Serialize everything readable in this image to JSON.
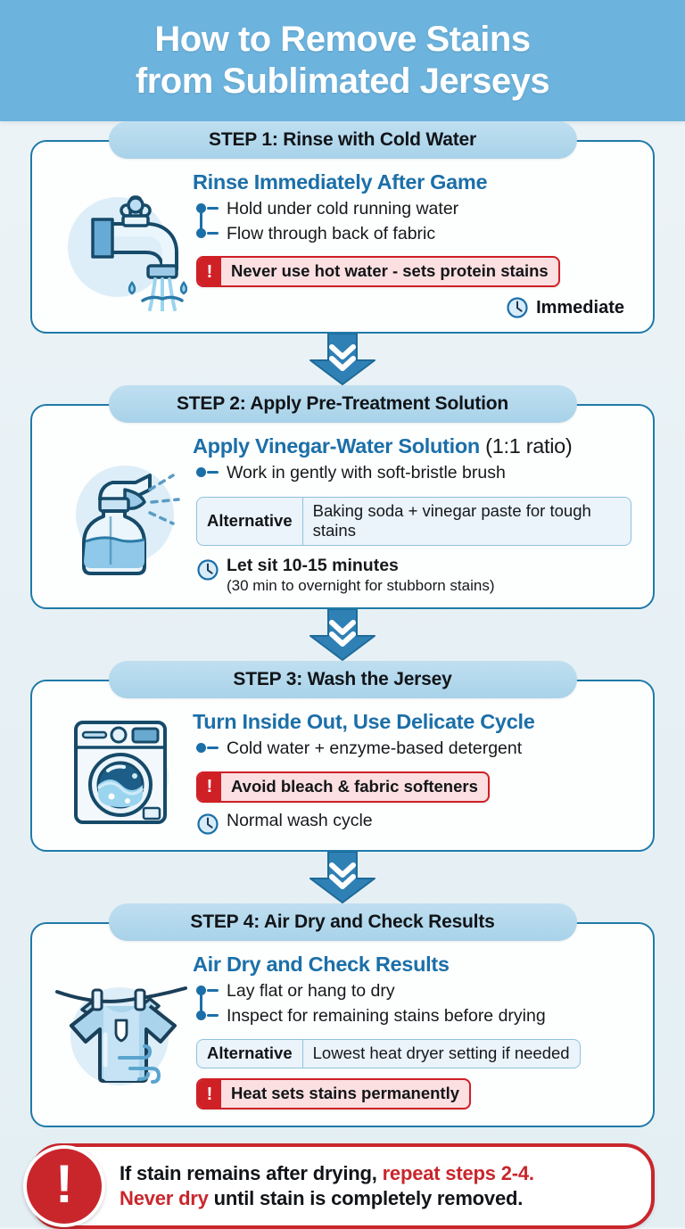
{
  "header": {
    "title_line1": "How to Remove Stains",
    "title_line2": "from Sublimated Jerseys",
    "bg_color": "#6cb3dd",
    "text_color": "#ffffff"
  },
  "colors": {
    "page_bg": "#eaf2f6",
    "card_border": "#1f7aa8",
    "pill_bg": "#aed5ec",
    "accent_blue": "#1b6fa8",
    "warn_red": "#cf2026",
    "alert_red": "#c9262c",
    "alt_border": "#8fc2dd"
  },
  "steps": [
    {
      "pill_label": "STEP 1: Rinse with Cold Water",
      "icon_name": "faucet-icon",
      "heading": "Rinse Immediately After Game",
      "heading_suffix": "",
      "bullets": [
        "Hold under cold running water",
        "Flow through back of fabric"
      ],
      "warning": "Never use hot water - sets protein stains",
      "alternative_label": "",
      "alternative_value": "",
      "time_main": "Immediate",
      "time_sub": "",
      "time_position": "right"
    },
    {
      "pill_label": "STEP 2: Apply Pre-Treatment Solution",
      "icon_name": "spray-bottle-icon",
      "heading": "Apply Vinegar-Water Solution",
      "heading_suffix": " (1:1 ratio)",
      "bullets": [
        "Work in gently with soft-bristle brush"
      ],
      "warning": "",
      "alternative_label": "Alternative",
      "alternative_value": "Baking soda + vinegar paste for tough stains",
      "time_main": "Let sit 10-15 minutes",
      "time_sub": "(30 min to overnight for stubborn stains)",
      "time_position": "left"
    },
    {
      "pill_label": "STEP 3: Wash the Jersey",
      "icon_name": "washing-machine-icon",
      "heading": "Turn Inside Out, Use Delicate Cycle",
      "heading_suffix": "",
      "bullets": [
        "Cold water + enzyme-based detergent"
      ],
      "warning": "Avoid bleach & fabric softeners",
      "alternative_label": "",
      "alternative_value": "",
      "time_main": "Normal wash cycle",
      "time_sub": "",
      "time_position": "left"
    },
    {
      "pill_label": "STEP 4: Air Dry and Check Results",
      "icon_name": "hanging-shirt-icon",
      "heading": "Air Dry and Check Results",
      "heading_suffix": "",
      "bullets": [
        "Lay flat or hang to dry",
        "Inspect for remaining stains before drying"
      ],
      "warning": "Heat sets stains permanently",
      "alternative_label": "Alternative",
      "alternative_value": "Lowest heat dryer setting if needed",
      "time_main": "",
      "time_sub": "",
      "time_position": "none"
    }
  ],
  "arrow": {
    "icon_name": "double-chevron-down-arrow",
    "count": 3
  },
  "alert": {
    "icon_name": "exclamation-mark-icon",
    "mark": "!",
    "line1_a": "If stain remains after drying, ",
    "line1_b": "repeat steps 2-4.",
    "line2_a": "Never dry",
    "line2_b": " until stain is completely removed."
  }
}
